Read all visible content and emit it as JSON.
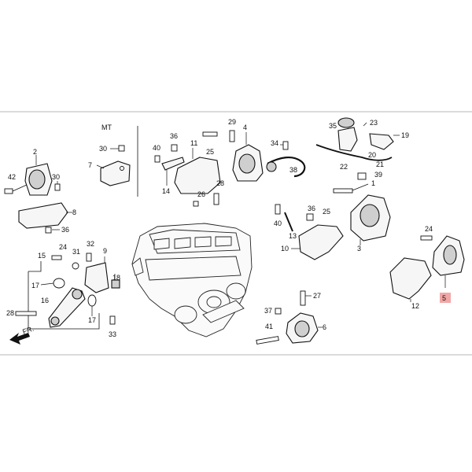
{
  "diagram": {
    "variant_label": "MT",
    "direction_label": "FR.",
    "highlight_color": "#f2a7a7",
    "callouts": {
      "c1": "1",
      "c2": "2",
      "c3": "3",
      "c4": "4",
      "c5": "5",
      "c6": "6",
      "c7": "7",
      "c8": "8",
      "c9": "9",
      "c10": "10",
      "c11": "11",
      "c12": "12",
      "c13": "13",
      "c14": "14",
      "c15": "15",
      "c16": "16",
      "c17a": "17",
      "c17b": "17",
      "c18": "18",
      "c19": "19",
      "c20": "20",
      "c21": "21",
      "c22": "22",
      "c23": "23",
      "c24a": "24",
      "c24b": "24",
      "c25a": "25",
      "c25b": "25",
      "c26": "26",
      "c27": "27",
      "c28a": "28",
      "c28b": "28",
      "c29": "29",
      "c30a": "30",
      "c30b": "30",
      "c31": "31",
      "c32": "32",
      "c33": "33",
      "c34": "34",
      "c35": "35",
      "c36a": "36",
      "c36b": "36",
      "c36c": "36",
      "c37": "37",
      "c38": "38",
      "c39": "39",
      "c40a": "40",
      "c40b": "40",
      "c41": "41",
      "c42": "42"
    }
  }
}
